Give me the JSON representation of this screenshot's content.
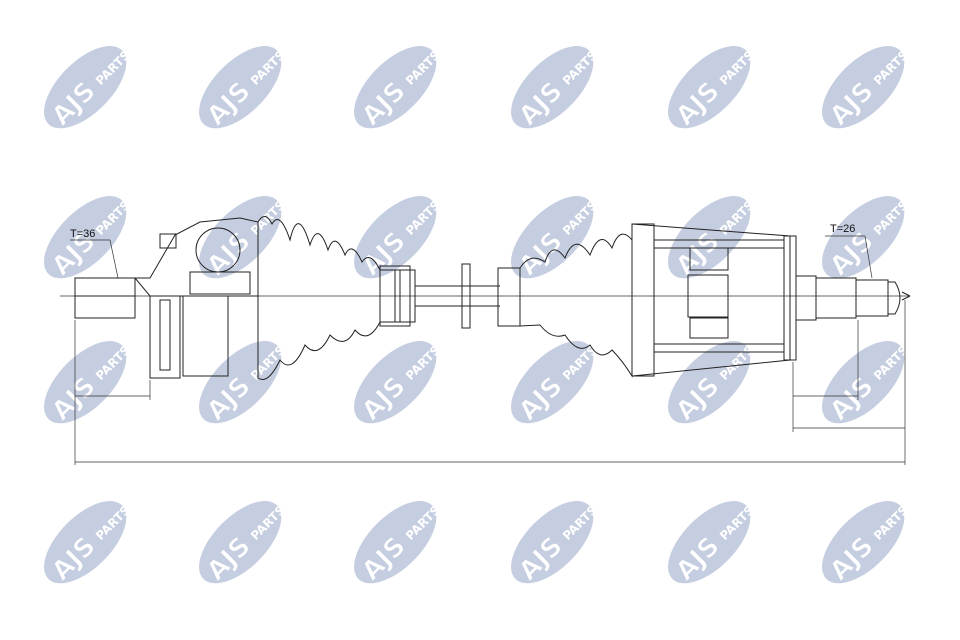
{
  "watermark": {
    "brand": "AJS",
    "suffix": "PARTS",
    "color": "#c5cde0"
  },
  "drawing": {
    "left_label": "T=36",
    "right_label": "T=26",
    "line_color": "#222222"
  }
}
